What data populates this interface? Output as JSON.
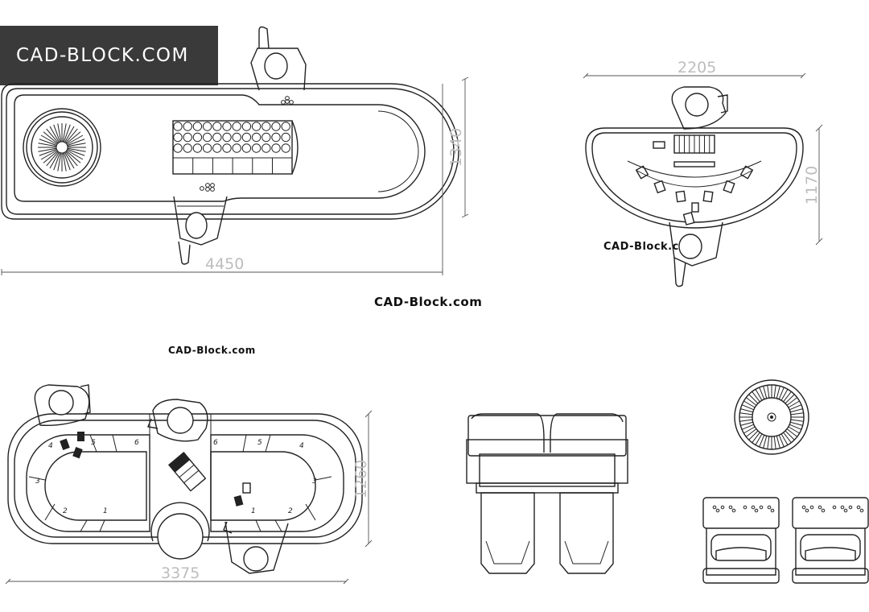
{
  "brand": {
    "badge_text": "CAD-BLOCK.COM"
  },
  "watermarks": {
    "center": "CAD-Block.com",
    "left": "CAD-Block.com",
    "right": "CAD-Block.com"
  },
  "dimensions": {
    "roulette_table_length": "4450",
    "roulette_table_width": "1340",
    "blackjack_table_length": "2205",
    "blackjack_table_width": "1170",
    "craps_table_length": "3375",
    "craps_table_width": "1260"
  },
  "craps_table": {
    "field_numbers_left": [
      "4",
      "5",
      "6",
      "3",
      "2",
      "1"
    ],
    "field_numbers_right": [
      "6",
      "5",
      "4",
      "3",
      "1",
      "2"
    ]
  },
  "colors": {
    "line": "#222222",
    "badge_bg": "#3a3a3a",
    "dimension_text": "#bdbdbd"
  }
}
